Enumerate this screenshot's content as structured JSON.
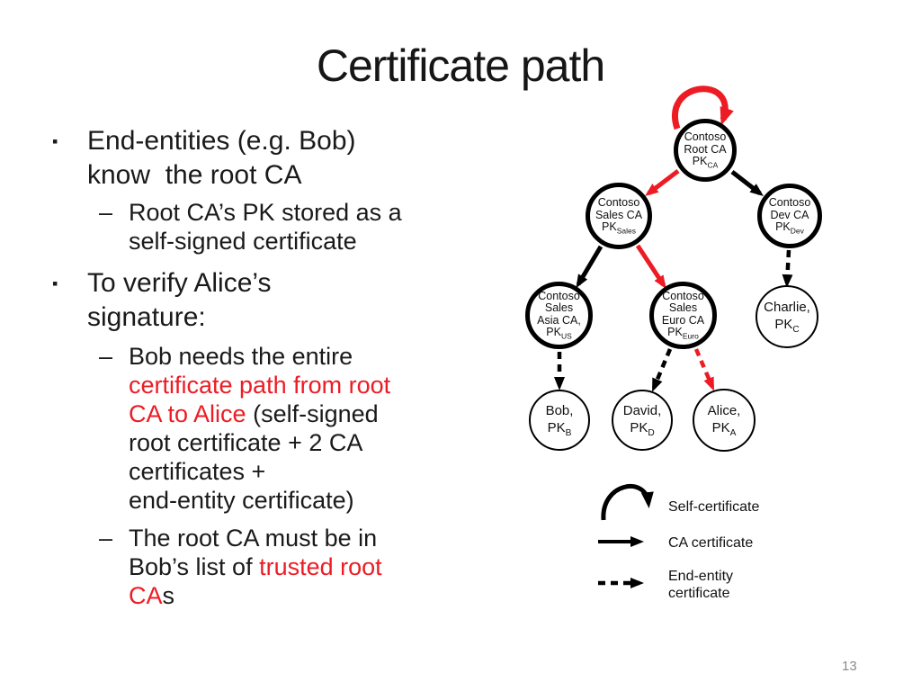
{
  "slide": {
    "title": "Certificate path",
    "page_number": "13",
    "background": "#ffffff"
  },
  "colors": {
    "text": "#1a1a1a",
    "accent_red": "#ed1c24",
    "node_border": "#000000",
    "page_number_gray": "#8a8a8a"
  },
  "markers": {
    "bullet": "▪",
    "dash": "–"
  },
  "content": {
    "lines": [
      {
        "segs": [
          {
            "text": "End-entities (e.g. Bob)",
            "color": "black"
          }
        ]
      },
      {
        "segs": [
          {
            "text": "know  the root CA",
            "color": "black"
          }
        ]
      },
      {
        "segs": [
          {
            "text": "Root CA’s PK stored as a",
            "color": "black"
          }
        ]
      },
      {
        "segs": [
          {
            "text": "self-signed certificate",
            "color": "black"
          }
        ]
      },
      {
        "segs": [
          {
            "text": "To verify Alice’s",
            "color": "black"
          }
        ]
      },
      {
        "segs": [
          {
            "text": "signature:",
            "color": "black"
          }
        ]
      },
      {
        "segs": [
          {
            "text": "Bob needs the entire",
            "color": "black"
          }
        ]
      },
      {
        "segs": [
          {
            "text": "certificate path from root",
            "color": "red"
          }
        ]
      },
      {
        "segs": [
          {
            "text": "CA to Alice",
            "color": "red"
          },
          {
            "text": " (self-signed",
            "color": "black"
          }
        ]
      },
      {
        "segs": [
          {
            "text": "root certificate + 2 CA",
            "color": "black"
          }
        ]
      },
      {
        "segs": [
          {
            "text": "certificates +",
            "color": "black"
          }
        ]
      },
      {
        "segs": [
          {
            "text": "end-entity certificate)",
            "color": "black"
          }
        ]
      },
      {
        "segs": [
          {
            "text": "The root CA must be in",
            "color": "black"
          }
        ]
      },
      {
        "segs": [
          {
            "text": "Bob’s list of ",
            "color": "black"
          },
          {
            "text": "trusted root",
            "color": "red"
          }
        ]
      },
      {
        "segs": [
          {
            "text": "CA",
            "color": "red"
          },
          {
            "text": "s",
            "color": "black"
          }
        ]
      }
    ]
  },
  "diagram": {
    "nodes": {
      "root": {
        "lines": [
          "Contoso",
          "Root CA"
        ],
        "pk": "PK",
        "pk_sub": "CA"
      },
      "sales": {
        "lines": [
          "Contoso",
          "Sales CA"
        ],
        "pk": "PK",
        "pk_sub": "Sales"
      },
      "dev": {
        "lines": [
          "Contoso",
          "Dev CA"
        ],
        "pk": "PK",
        "pk_sub": "Dev"
      },
      "asia": {
        "lines": [
          "Contoso",
          "Sales",
          "Asia CA,"
        ],
        "pk": "PK",
        "pk_sub": "US"
      },
      "euro": {
        "lines": [
          "Contoso",
          "Sales",
          "Euro CA"
        ],
        "pk": "PK",
        "pk_sub": "Euro"
      },
      "charlie": {
        "lines": [
          "Charlie,"
        ],
        "pk": "PK",
        "pk_sub": "C"
      },
      "bob": {
        "lines": [
          "Bob,"
        ],
        "pk": "PK",
        "pk_sub": "B"
      },
      "david": {
        "lines": [
          "David,"
        ],
        "pk": "PK",
        "pk_sub": "D"
      },
      "alice": {
        "lines": [
          "Alice,"
        ],
        "pk": "PK",
        "pk_sub": "A"
      }
    },
    "legend": {
      "self_certificate": "Self-certificate",
      "ca_certificate": "CA certificate",
      "end_entity_certificate": "End-entity certificate"
    }
  }
}
